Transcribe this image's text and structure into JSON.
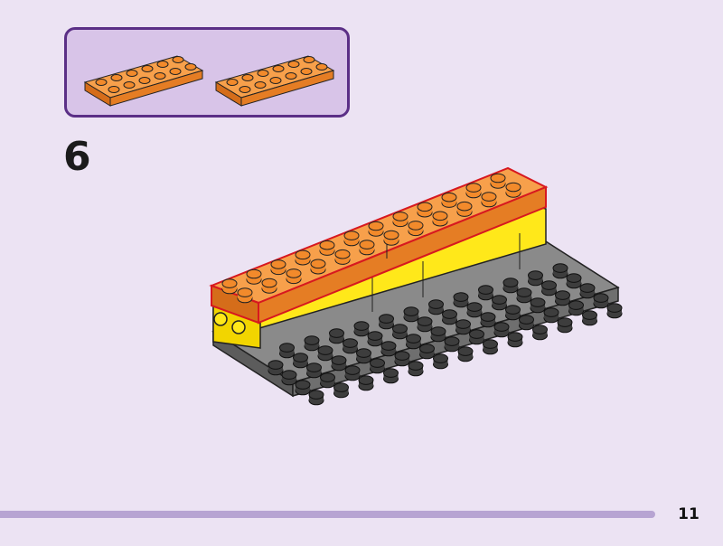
{
  "step": {
    "number": "6"
  },
  "page": {
    "number": "11"
  },
  "parts": [
    {
      "name": "plate-2x6",
      "color": "#f28a2b",
      "quantity": 1
    },
    {
      "name": "plate-2x6",
      "color": "#f28a2b",
      "quantity": 1
    }
  ],
  "colors": {
    "background": "#ece3f3",
    "parts_box_fill": "#d8c4e8",
    "parts_box_border": "#5b2f86",
    "orange": "#f28a2b",
    "yellow": "#ffe81a",
    "gray": "#7a7a7a",
    "dark_stud": "#3a3a3a",
    "highlight": "#d7181f",
    "progress": "#b7a4d2"
  }
}
